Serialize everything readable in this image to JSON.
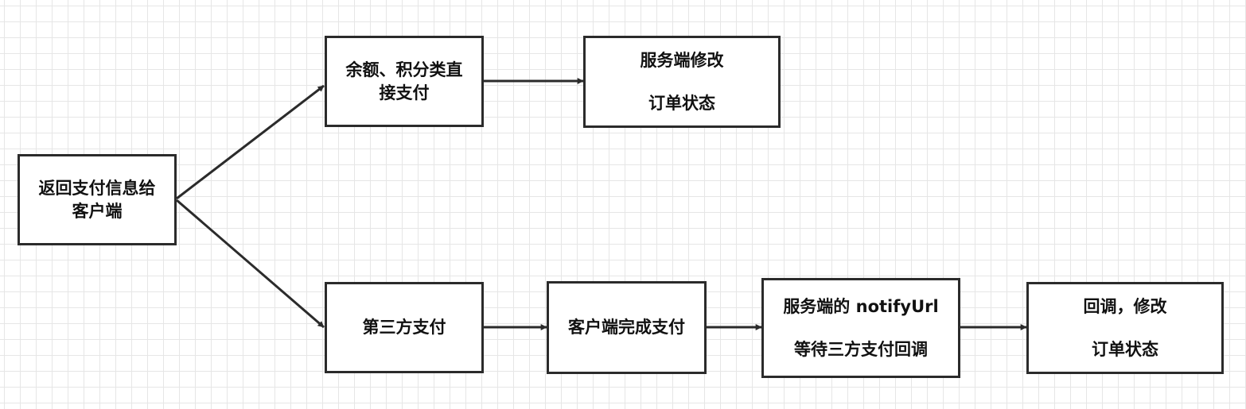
{
  "diagram": {
    "nodes": {
      "return_info": {
        "lines": [
          "返回支付信息给",
          "客户端"
        ]
      },
      "direct_pay": {
        "lines": [
          "余额、积分类直",
          "接支付"
        ]
      },
      "server_modify": {
        "lines": [
          "服务端修改",
          "订单状态"
        ]
      },
      "third_party": {
        "lines": [
          "第三方支付"
        ]
      },
      "client_pay": {
        "lines": [
          "客户端完成支付"
        ]
      },
      "notify_wait": {
        "lines": [
          "服务端的 notifyUrl",
          "等待三方支付回调"
        ]
      },
      "callback_modify": {
        "lines": [
          "回调，修改",
          "订单状态"
        ]
      }
    },
    "edges": [
      {
        "from": "return_info",
        "to": "direct_pay"
      },
      {
        "from": "return_info",
        "to": "third_party"
      },
      {
        "from": "direct_pay",
        "to": "server_modify"
      },
      {
        "from": "third_party",
        "to": "client_pay"
      },
      {
        "from": "client_pay",
        "to": "notify_wait"
      },
      {
        "from": "notify_wait",
        "to": "callback_modify"
      }
    ],
    "colors": {
      "stroke": "#2b2b2b",
      "grid": "#e6e6e6",
      "background": "#ffffff"
    }
  }
}
